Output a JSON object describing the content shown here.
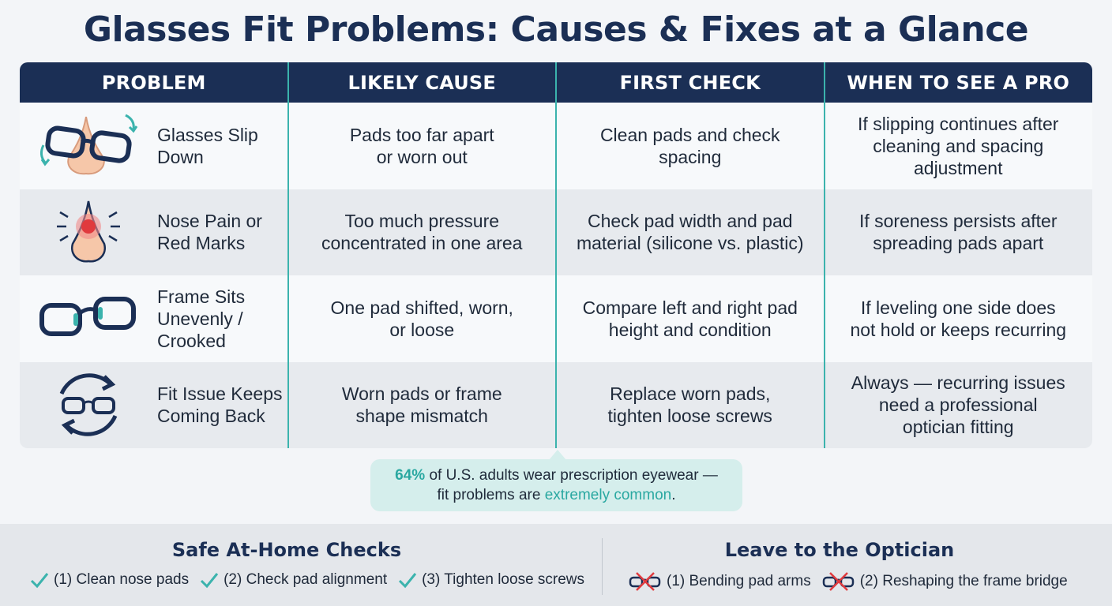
{
  "title": "Glasses Fit Problems: Causes & Fixes at a Glance",
  "colors": {
    "navy": "#1b2f55",
    "teal": "#3bb3ad",
    "red": "#e03a3e",
    "callout_bg": "#d5eeec"
  },
  "table": {
    "headers": [
      "PROBLEM",
      "LIKELY CAUSE",
      "FIRST CHECK",
      "WHEN TO SEE A PRO"
    ],
    "rows": [
      {
        "icon": "glasses-slipping-nose-icon",
        "problem": "Glasses Slip\nDown",
        "cause": "Pads too far apart\nor worn out",
        "check": "Clean pads and check\nspacing",
        "pro": "If slipping continues after\ncleaning and spacing\nadjustment"
      },
      {
        "icon": "red-nose-pain-icon",
        "problem": "Nose Pain or\nRed Marks",
        "cause": "Too much pressure\nconcentrated in one area",
        "check": "Check pad width and pad\nmaterial (silicone vs. plastic)",
        "pro": "If soreness persists after\nspreading pads apart"
      },
      {
        "icon": "crooked-glasses-icon",
        "problem": "Frame Sits\nUnevenly /\nCrooked",
        "cause": "One pad shifted, worn,\nor loose",
        "check": "Compare left and right pad\nheight and condition",
        "pro": "If leveling one side does\nnot hold or keeps recurring"
      },
      {
        "icon": "recurring-cycle-glasses-icon",
        "problem": "Fit Issue Keeps\nComing Back",
        "cause": "Worn pads or frame\nshape mismatch",
        "check": "Replace worn pads,\ntighten loose screws",
        "pro": "Always — recurring issues\nneed a professional\noptician fitting"
      }
    ]
  },
  "callout": {
    "stat": "64%",
    "text1": " of U.S. adults wear prescription eyewear —",
    "text2": "fit problems are ",
    "highlight": "extremely common",
    "end": "."
  },
  "home_checks": {
    "title": "Safe At-Home Checks",
    "items": [
      "(1) Clean nose pads",
      "(2) Check pad alignment",
      "(3) Tighten loose screws"
    ]
  },
  "optician": {
    "title": "Leave to the Optician",
    "items": [
      "(1) Bending pad arms",
      "(2) Reshaping the frame bridge"
    ]
  }
}
